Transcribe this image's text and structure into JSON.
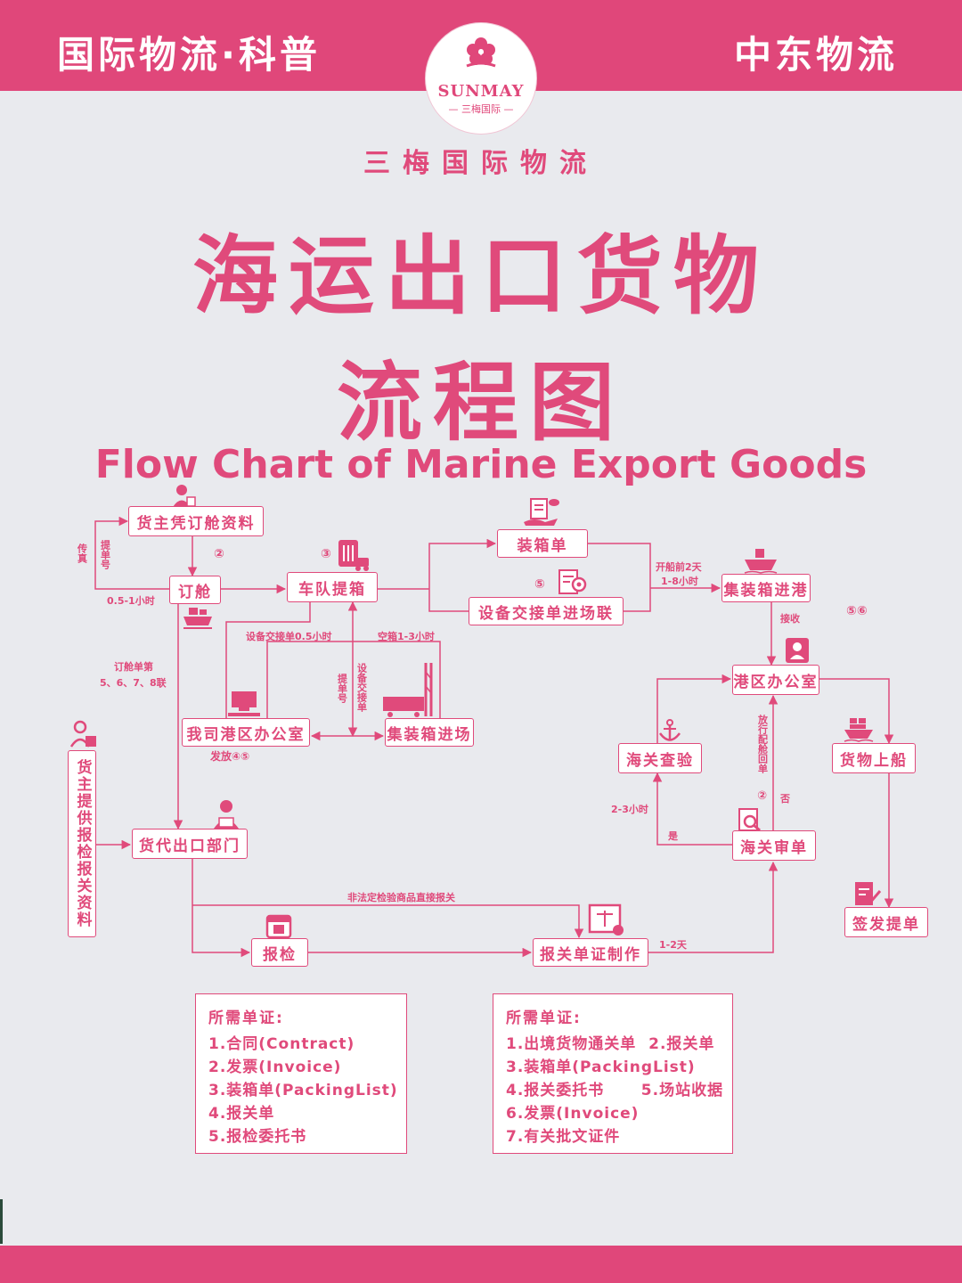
{
  "header": {
    "left_title": "国际物流·科普",
    "right_title": "中东物流",
    "logo_brand": "SUNMAY",
    "logo_sub": "— 三梅国际 —"
  },
  "company_name": "三梅国际物流",
  "title_line1": "海运出口货物",
  "title_line2": "流程图",
  "english_title": "Flow Chart of Marine Export Goods",
  "colors": {
    "accent": "#e0477a",
    "background": "#e9eaee"
  },
  "nodes": {
    "shipper_booking_docs": "货主凭订舱资料",
    "booking": "订舱",
    "truck_pickup": "车队提箱",
    "packing_list": "装箱单",
    "equipment_interchange": "设备交接单进场联",
    "container_to_port": "集装箱进港",
    "port_office": "港区办公室",
    "our_port_office": "我司港区办公室",
    "container_yard_entry": "集装箱进场",
    "shipper_docs_vertical": "货主提供报检报关资料",
    "forwarder_export": "货代出口部门",
    "inspection": "报检",
    "customs_docs": "报关单证制作",
    "customs_inspection": "海关查验",
    "customs_review": "海关审单",
    "loading": "货物上船",
    "issue_bl": "签发提单"
  },
  "labels": {
    "fax": "传真",
    "bill_no": "提单号",
    "booking_time": "0.5-1小时",
    "circle2_a": "②",
    "circle3": "③",
    "circle5": "⑤",
    "before_sail": "开船前2天",
    "hours_1_8": "1-8小时",
    "receive": "接收",
    "circle56": "⑤⑥",
    "equip_time": "设备交接单0.5小时",
    "empty_time": "空箱1-3小时",
    "booking_copies_1": "订舱单第",
    "booking_copies_2": "5、6、7、8联",
    "bill_no_v": "提单号",
    "equip_v": "设备交接单",
    "issue_45": "发放④⑤",
    "release_v": "放行配舱回单",
    "circle2_b": "②",
    "no": "否",
    "yes": "是",
    "hours_2_3": "2-3小时",
    "direct_customs": "非法定检验商品直接报关",
    "days_1_2": "1-2天"
  },
  "docs_left": {
    "heading": "所需单证:",
    "items": [
      "1.合同(Contract)",
      "2.发票(Invoice)",
      "3.装箱单(PackingList)",
      "4.报关单",
      "5.报检委托书"
    ]
  },
  "docs_right": {
    "heading": "所需单证:",
    "items": [
      "1.出境货物通关单  2.报关单",
      "3.装箱单(PackingList)",
      "4.报关委托书      5.场站收据",
      "6.发票(Invoice)",
      "7.有关批文证件"
    ]
  },
  "icons": [
    "flower-logo-icon",
    "person-icon",
    "ship-icon",
    "truck-building-icon",
    "hand-document-icon",
    "document-gear-icon",
    "cargo-ship-icon",
    "id-badge-icon",
    "computer-desk-icon",
    "crane-container-icon",
    "person-doc-icon",
    "worker-icon",
    "calendar-icon",
    "scale-certificate-icon",
    "anchor-icon",
    "magnifier-doc-icon",
    "loading-ship-icon",
    "pen-document-icon"
  ]
}
